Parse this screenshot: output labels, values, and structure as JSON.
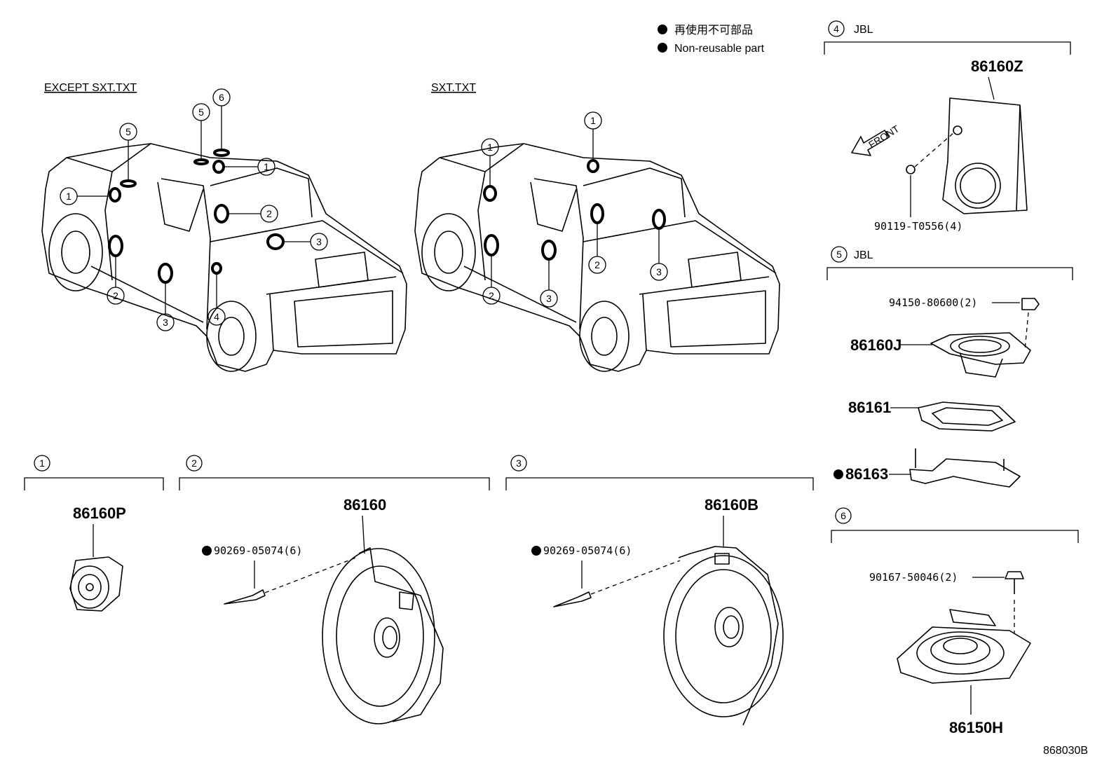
{
  "legend": {
    "line_jp": "再使用不可部品",
    "line_en": "Non-reusable part"
  },
  "views": {
    "except_label": "EXCEPT SXT.TXT",
    "sxt_label": "SXT.TXT"
  },
  "callout_numbers": [
    "1",
    "2",
    "3",
    "4",
    "5",
    "6"
  ],
  "groups": {
    "g4": {
      "num": "4",
      "title": "JBL",
      "part": "86160Z",
      "screw": "90119-T0556(4)",
      "front": "FRONT"
    },
    "g5": {
      "num": "5",
      "title": "JBL",
      "nut": "94150-80600(2)",
      "speaker": "86160J",
      "gasket": "86161",
      "bracket": "86163"
    },
    "g6": {
      "num": "6",
      "screw": "90167-50046(2)",
      "speaker": "86150H"
    },
    "g1": {
      "num": "1",
      "part": "86160P"
    },
    "g2": {
      "num": "2",
      "part": "86160",
      "rivet": "90269-05074(6)"
    },
    "g3": {
      "num": "3",
      "part": "86160B",
      "rivet": "90269-05074(6)"
    }
  },
  "diagram_code": "868030B"
}
